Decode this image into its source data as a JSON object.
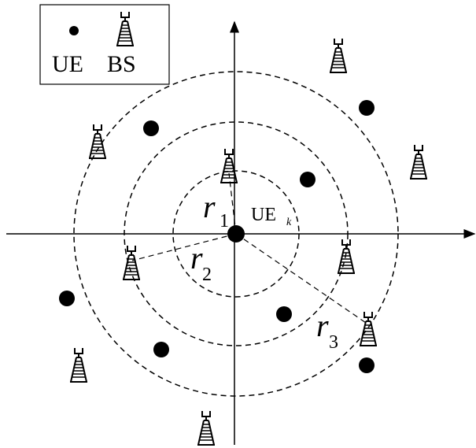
{
  "legend": {
    "ue_label": "UE",
    "bs_label": "BS",
    "ue_icon": "filled-dot",
    "bs_icon": "base-station-tower-icon"
  },
  "labels": {
    "r1": "r",
    "r1_sub": "1",
    "r2": "r",
    "r2_sub": "2",
    "r3": "r",
    "r3_sub": "3",
    "uek": "UE",
    "uek_sub": "k"
  },
  "colors": {
    "ink": "#000000",
    "background": "#ffffff"
  }
}
